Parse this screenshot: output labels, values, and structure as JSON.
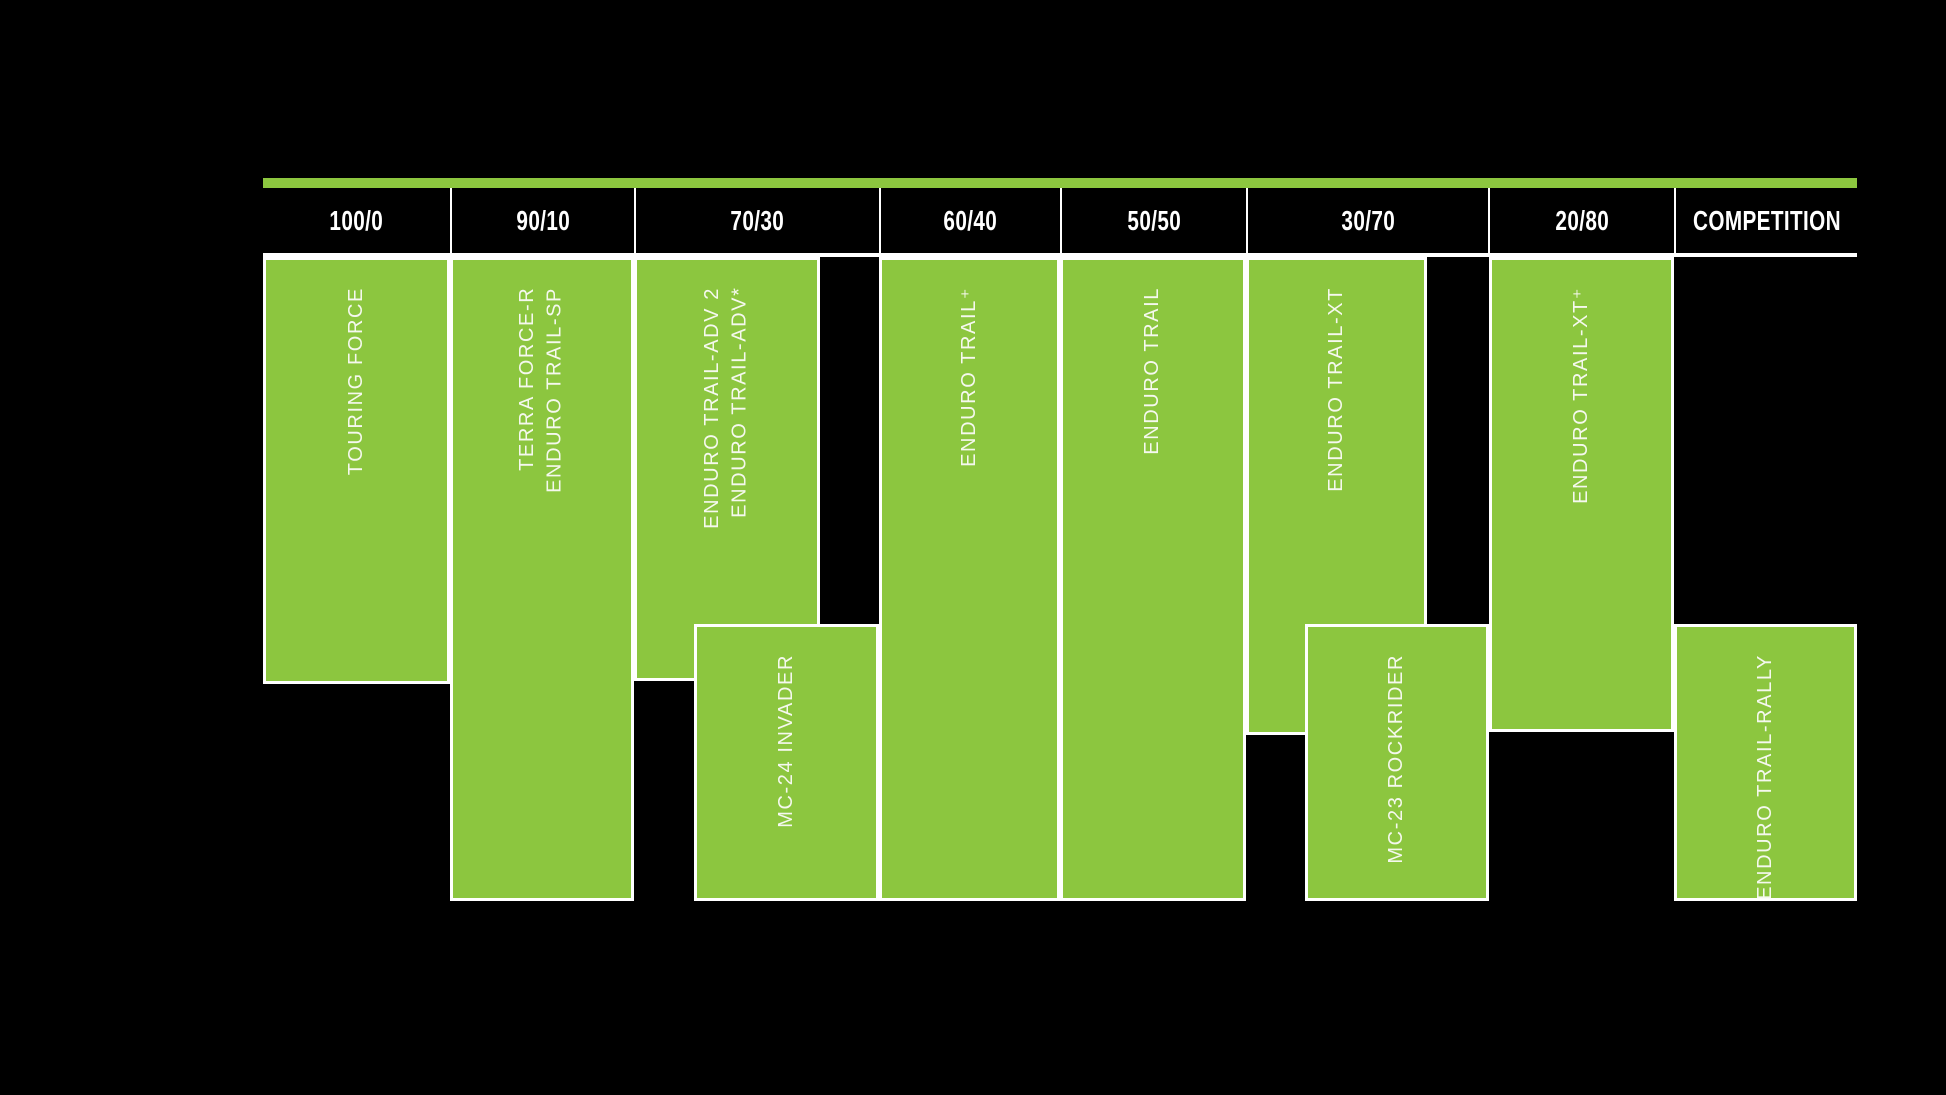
{
  "header": {
    "columns": [
      {
        "label": "100/0"
      },
      {
        "label": "90/10"
      },
      {
        "label": "70/30"
      },
      {
        "label": "60/40"
      },
      {
        "label": "50/50"
      },
      {
        "label": "30/70"
      },
      {
        "label": "20/80"
      },
      {
        "label": "COMPETITION"
      }
    ]
  },
  "products": [
    {
      "id": "touring-force",
      "label": "TOURING FORCE",
      "column": "100/0",
      "band": "top"
    },
    {
      "id": "terra-force-r",
      "label": "TERRA FORCE-R\nENDURO TRAIL-SP",
      "column": "90/10",
      "band": "full"
    },
    {
      "id": "enduro-trail-adv",
      "label": "ENDURO TRAIL-ADV 2\nENDURO TRAIL-ADV*",
      "column": "70/30",
      "band": "top"
    },
    {
      "id": "mc24-invader",
      "label": "MC-24 INVADER",
      "column": "70/30",
      "band": "bottom"
    },
    {
      "id": "enduro-trail-plus",
      "label": "ENDURO TRAIL⁺",
      "column": "60/40",
      "band": "full"
    },
    {
      "id": "enduro-trail",
      "label": "ENDURO TRAIL",
      "column": "50/50",
      "band": "full"
    },
    {
      "id": "enduro-trail-xt",
      "label": "ENDURO TRAIL-XT",
      "column": "30/70",
      "band": "top"
    },
    {
      "id": "mc23-rockrider",
      "label": "MC-23 ROCKRIDER",
      "column": "30/70",
      "band": "bottom"
    },
    {
      "id": "enduro-trail-xt-plus",
      "label": "ENDURO TRAIL-XT⁺",
      "column": "20/80",
      "band": "top"
    },
    {
      "id": "enduro-trail-rally",
      "label": "ENDURO TRAIL-RALLY",
      "column": "COMPETITION",
      "band": "bottom"
    }
  ],
  "colors": {
    "green": "#8CC63F",
    "white_line": "#FFFFFF",
    "background": "#000000",
    "label_text": "#F5F8EE"
  },
  "chart_data": {
    "type": "table",
    "title": "",
    "categories": [
      "100/0",
      "90/10",
      "70/30",
      "60/40",
      "50/50",
      "30/70",
      "20/80",
      "COMPETITION"
    ],
    "legend_position": "none",
    "grid": false,
    "products": [
      {
        "name": "TOURING FORCE",
        "columns": [
          "100/0"
        ],
        "row": "upper"
      },
      {
        "name": "TERRA FORCE-R / ENDURO TRAIL-SP",
        "columns": [
          "90/10"
        ],
        "row": "upper+lower"
      },
      {
        "name": "ENDURO TRAIL-ADV 2 / ENDURO TRAIL-ADV*",
        "columns": [
          "70/30"
        ],
        "row": "upper"
      },
      {
        "name": "MC-24 INVADER",
        "columns": [
          "70/30"
        ],
        "row": "lower"
      },
      {
        "name": "ENDURO TRAIL⁺",
        "columns": [
          "60/40"
        ],
        "row": "upper+lower"
      },
      {
        "name": "ENDURO TRAIL",
        "columns": [
          "50/50"
        ],
        "row": "upper+lower"
      },
      {
        "name": "ENDURO TRAIL-XT",
        "columns": [
          "30/70"
        ],
        "row": "upper"
      },
      {
        "name": "MC-23 ROCKRIDER",
        "columns": [
          "30/70"
        ],
        "row": "lower"
      },
      {
        "name": "ENDURO TRAIL-XT⁺",
        "columns": [
          "20/80"
        ],
        "row": "upper"
      },
      {
        "name": "ENDURO TRAIL-RALLY",
        "columns": [
          "COMPETITION"
        ],
        "row": "lower"
      }
    ]
  }
}
